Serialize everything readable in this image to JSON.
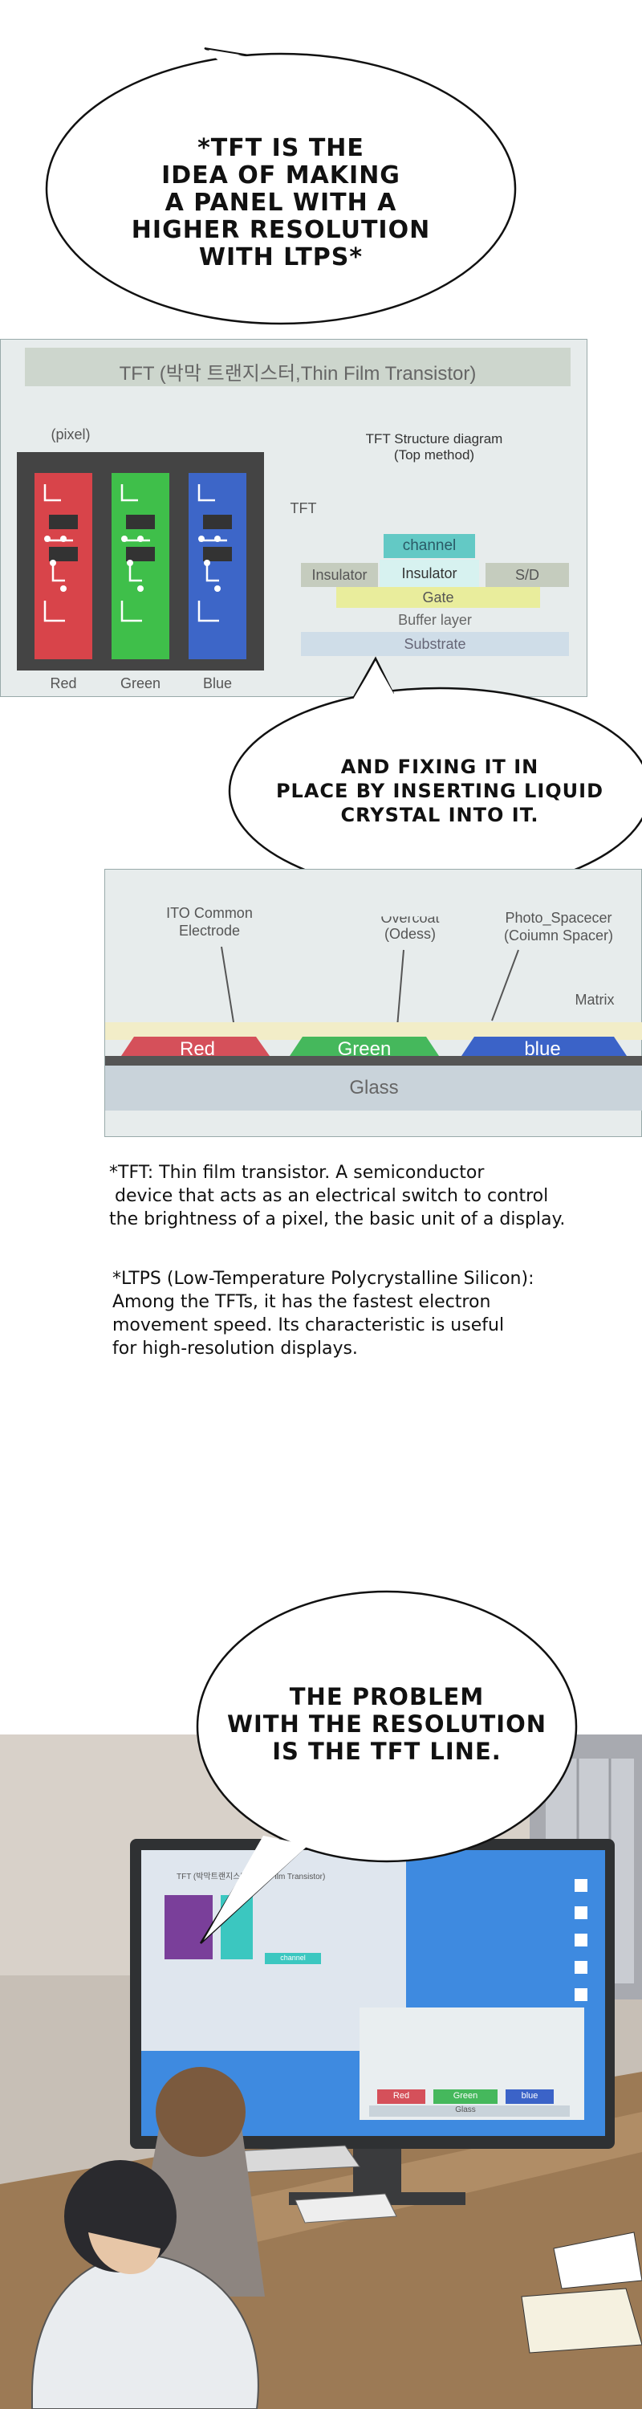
{
  "bubble1": {
    "lines": [
      "*TFT IS THE",
      "IDEA OF MAKING",
      "A PANEL WITH A",
      "HIGHER RESOLUTION",
      "WITH LTPS*"
    ]
  },
  "slide1": {
    "title": "TFT (박막 트랜지스터,Thin Film Transistor)",
    "pixel_label": "(pixel)",
    "tft_label": "TFT",
    "structure_title": "TFT Structure diagram",
    "structure_subtitle": "(Top method)",
    "channel": "channel",
    "insulator_left": "Insulator",
    "insulator_mid": "Insulator",
    "sd": "S/D",
    "gate": "Gate",
    "buffer": "Buffer layer",
    "substrate": "Substrate",
    "pixels": [
      {
        "label": "Red",
        "color": "#d8444a"
      },
      {
        "label": "Green",
        "color": "#3fbf4a"
      },
      {
        "label": "Blue",
        "color": "#3d66c8"
      }
    ]
  },
  "bubble2": {
    "lines": [
      "AND FIXING IT IN",
      "PLACE BY INSERTING LIQUID",
      "CRYSTAL INTO IT."
    ]
  },
  "slide2": {
    "ito_line1": "ITO Common",
    "ito_line2": "Electrode",
    "overcoat_line1": "Overcoat",
    "overcoat_line2": "(Odess)",
    "photo_line1": "Photo_Spacecer",
    "photo_line2": "(Coiumn Spacer)",
    "matrix": "Matrix",
    "red": "Red",
    "green": "Green",
    "blue": "blue",
    "glass": "Glass"
  },
  "notes": {
    "tft": [
      "*TFT: Thin film transistor. A semiconductor",
      " device that acts as an electrical switch to control",
      "the brightness of a pixel, the basic unit of a display."
    ],
    "ltps": [
      "*LTPS (Low-Temperature Polycrystalline Silicon):",
      "Among the TFTs, it has the fastest electron",
      "movement speed. Its characteristic is useful",
      "for high-resolution displays."
    ]
  },
  "bubble3": {
    "lines": [
      "THE PROBLEM",
      "WITH THE RESOLUTION",
      "IS THE TFT LINE."
    ]
  },
  "monitor": {
    "title": "TFT (박막트랜지스터, Thin Film Transistor)",
    "channel": "channel",
    "red": "Red",
    "green": "Green",
    "blue": "blue",
    "glass": "Glass"
  }
}
